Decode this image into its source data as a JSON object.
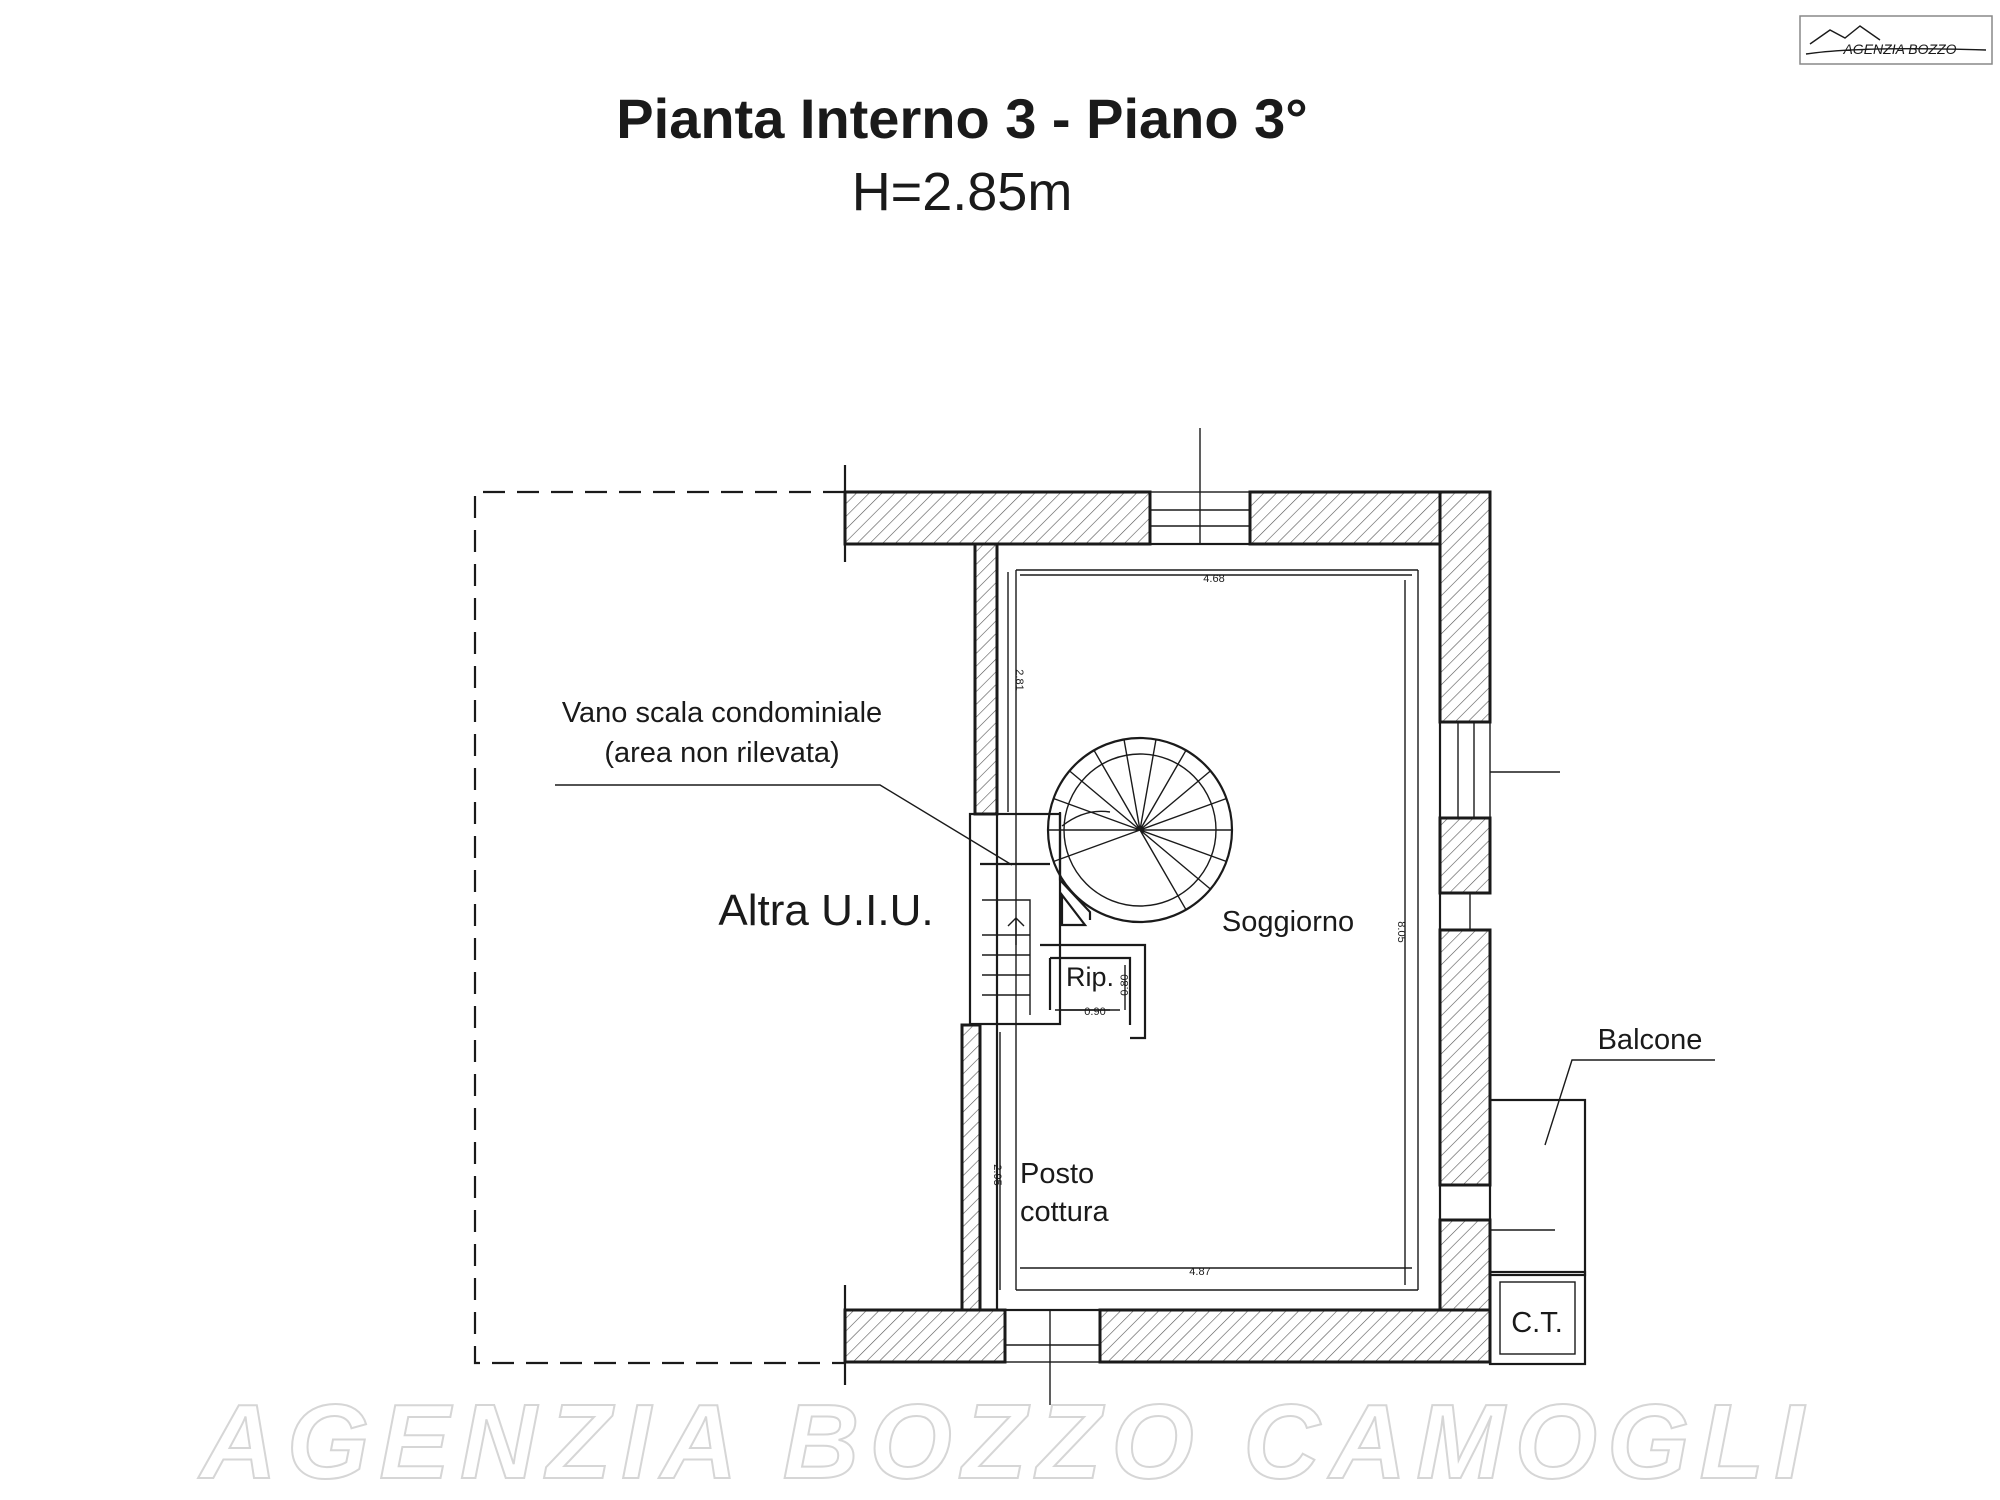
{
  "header": {
    "title": "Pianta Interno 3 - Piano 3°",
    "height_label": "H=2.85m"
  },
  "labels": {
    "stair_area_line1": "Vano scala condominiale",
    "stair_area_line2": "(area non rilevata)",
    "other_unit": "Altra U.I.U.",
    "living_room": "Soggiorno",
    "storage": "Rip.",
    "kitchen_line1": "Posto",
    "kitchen_line2": "cottura",
    "balcony": "Balcone",
    "boiler_room": "C.T."
  },
  "dimensions": {
    "top_width": "4.68",
    "bottom_width": "4.87",
    "right_length": "8.05",
    "upper_left_height": "2.81",
    "lower_left_height": "2.95",
    "storage_width": "0.90",
    "storage_depth": "0.80"
  },
  "logo_text": "AGENZIA BOZZO",
  "watermark": "AGENZIA BOZZO CAMOGLI",
  "colors": {
    "ink": "#1a1a1a",
    "background": "#ffffff",
    "watermark": "#e8e8e8"
  }
}
